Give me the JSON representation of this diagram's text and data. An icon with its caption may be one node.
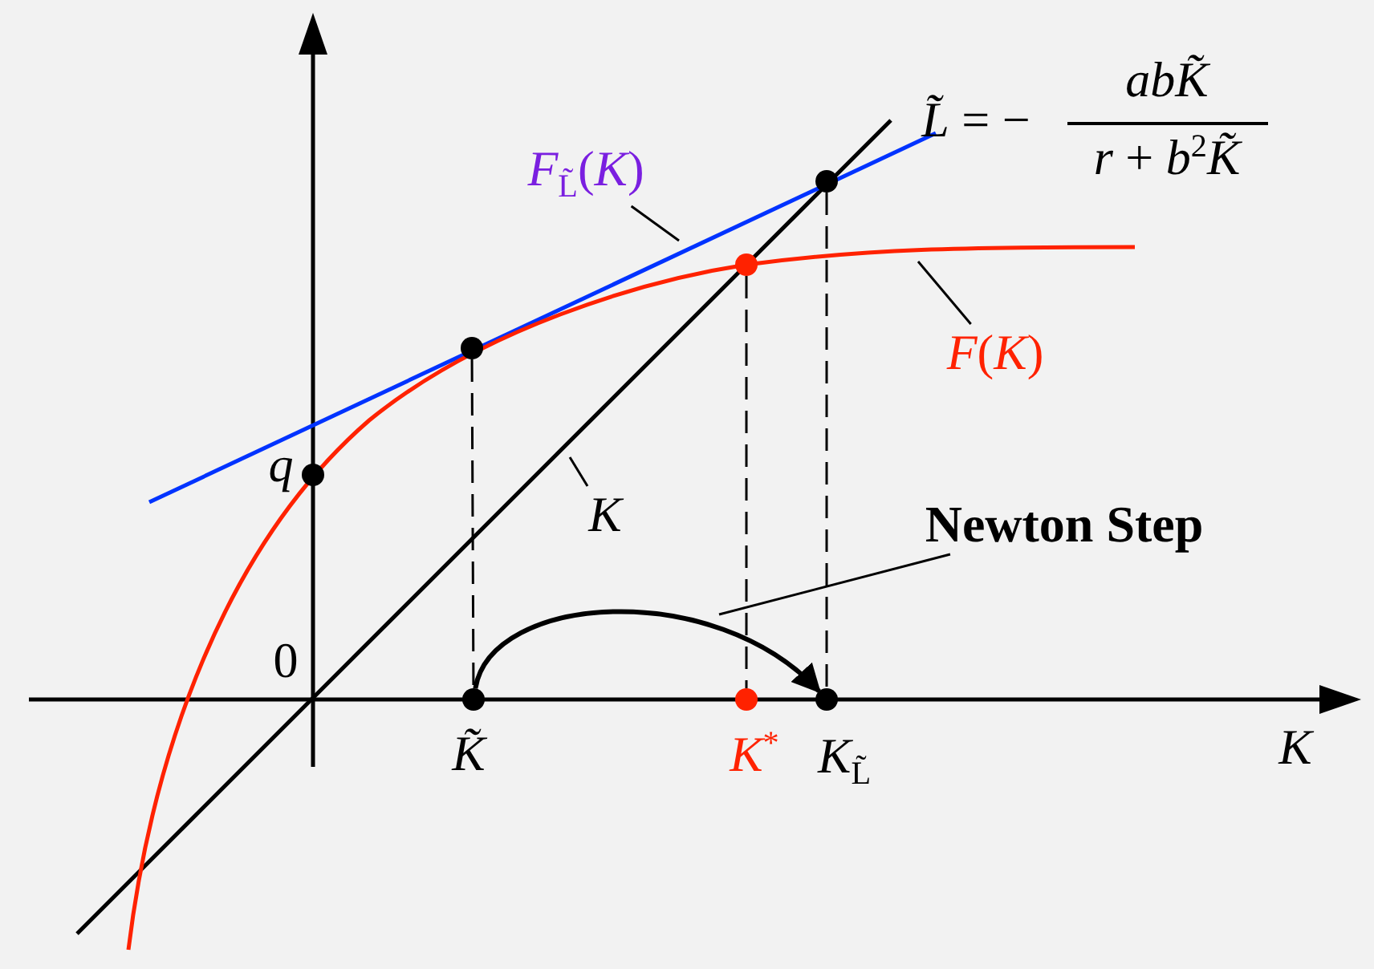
{
  "diagram": {
    "nodes": [
      {
        "text": [
          "*F*$_{L̃}$(*K*)"
        ]
      },
      {
        "text": [
          "*F*(*K*)"
        ]
      },
      {
        "text": [
          "*K*"
        ]
      },
      {
        "text": [
          "Newton Step"
        ]
      },
      {
        "text": [],
        "shape": "circle"
      },
      {
        "text": [],
        "shape": "circle"
      },
      {
        "text": [],
        "shape": "circle"
      },
      {
        "text": [],
        "shape": "circle"
      },
      {
        "text": [],
        "shape": "circle"
      },
      {
        "text": [],
        "shape": "circle"
      },
      {
        "text": [],
        "shape": "circle"
      }
    ],
    "edges": [
      {
        "from": 0,
        "to": null,
        "arrow": "none"
      },
      {
        "from": 1,
        "to": null,
        "arrow": "none"
      },
      {
        "from": 2,
        "to": null,
        "arrow": "none"
      },
      {
        "from": 3,
        "to": null,
        "arrow": "none"
      },
      {
        "from": 8,
        "to": 10,
        "arrow": "to",
        "style": "thick"
      },
      {
        "from": 4,
        "to": 8,
        "arrow": "none",
        "style": "dashed"
      },
      {
        "from": 5,
        "to": 9,
        "arrow": "none",
        "style": "dashed"
      },
      {
        "from": 6,
        "to": 10,
        "arrow": "none",
        "style": "dashed"
      }
    ],
    "labels": [
      "*L̃* = −",
      "*abK̃*",
      "*r* + *b*$^{2}$*K̃*",
      "*q*",
      "0",
      "*K̃*",
      "*K*$^{*}$",
      "*K*$_{L̃}$",
      "*K*"
    ]
  }
}
